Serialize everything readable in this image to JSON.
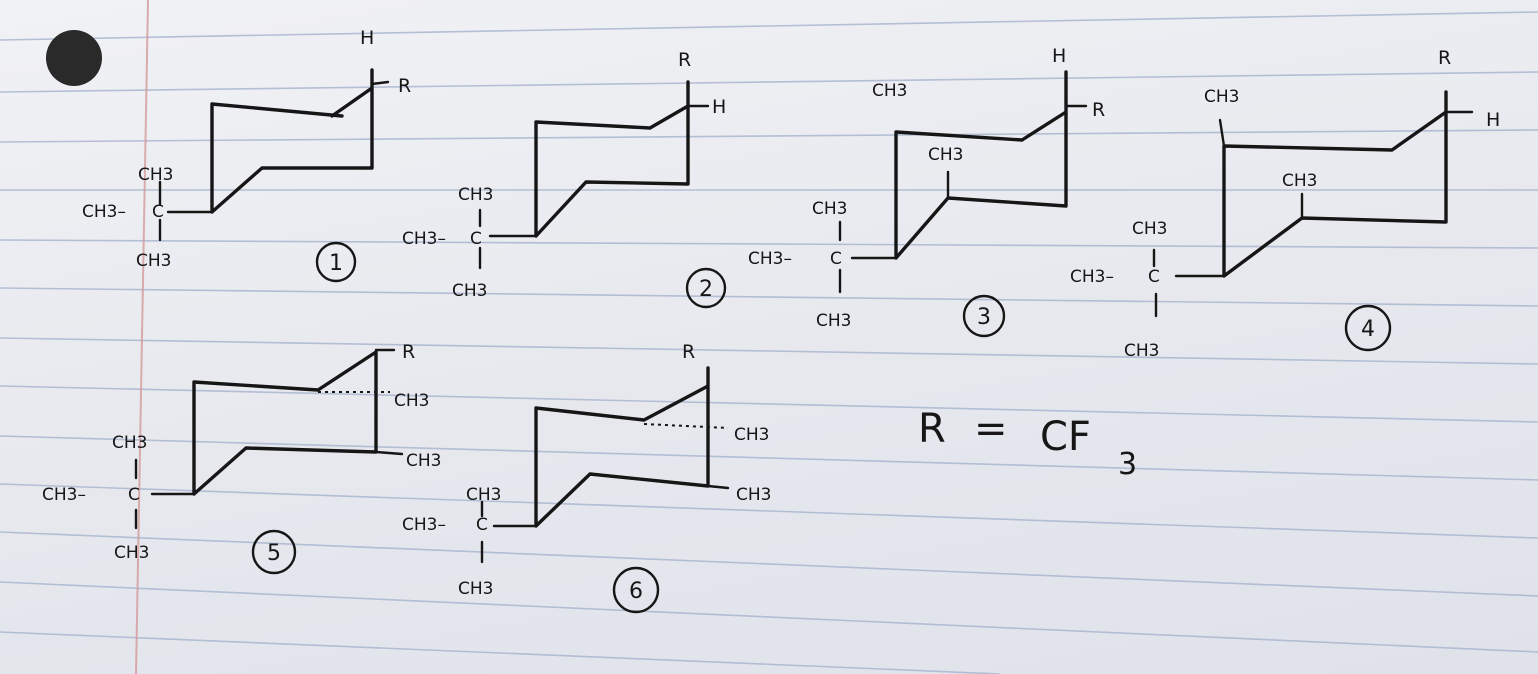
{
  "notes": {
    "structures": [
      {
        "id": "1",
        "number": "1",
        "labels": {
          "top": "H",
          "side": "R",
          "ring": "",
          "lower": "",
          "tb_top": "CH3",
          "tb_left": "CH3–",
          "tb_c": "C",
          "tb_bottom": "CH3"
        }
      },
      {
        "id": "2",
        "number": "2",
        "labels": {
          "top": "R",
          "side": "H",
          "ring": "",
          "lower": "",
          "tb_top": "CH3",
          "tb_left": "CH3–",
          "tb_c": "C",
          "tb_bottom": "CH3"
        }
      },
      {
        "id": "3",
        "number": "3",
        "labels": {
          "top": "H",
          "side": "R",
          "ring": "CH3",
          "upper_left": "CH3",
          "lower": "",
          "tb_top": "CH3",
          "tb_left": "CH3–",
          "tb_c": "C",
          "tb_bottom": "CH3"
        }
      },
      {
        "id": "4",
        "number": "4",
        "labels": {
          "top": "R",
          "side": "H",
          "ring": "CH3",
          "upper_left": "CH3",
          "lower": "",
          "tb_top": "CH3",
          "tb_left": "CH3–",
          "tb_c": "C",
          "tb_bottom": "CH3"
        }
      },
      {
        "id": "5",
        "number": "5",
        "labels": {
          "top": "R",
          "side": "CH3",
          "ring": "",
          "lower": "CH3",
          "tb_top": "CH3",
          "tb_left": "CH3–",
          "tb_c": "C",
          "tb_bottom": "CH3"
        }
      },
      {
        "id": "6",
        "number": "6",
        "labels": {
          "top": "R",
          "side": "CH3",
          "ring": "",
          "lower": "CH3",
          "tb_top": "CH3",
          "tb_left": "CH3–",
          "tb_c": "C",
          "tb_bottom": "CH3"
        }
      }
    ],
    "definition": {
      "lhs": "R",
      "equals": "=",
      "rhs": "CF",
      "subscript": "3"
    }
  }
}
